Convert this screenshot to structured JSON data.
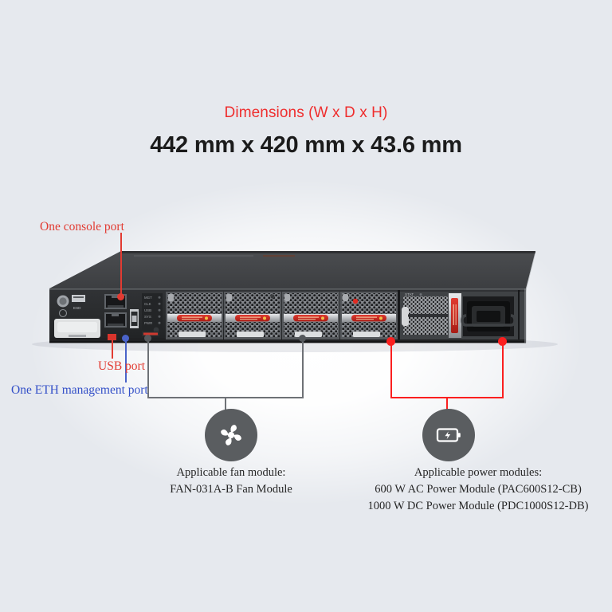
{
  "header": {
    "dimensions_title": "Dimensions (W x D x H)",
    "dimensions_value": "442 mm x 420 mm x 43.6 mm",
    "title_color": "#ef2d2d",
    "value_color": "#1b1b1b"
  },
  "callouts": [
    {
      "id": "console",
      "label": "One console port",
      "color": "#e23b32"
    },
    {
      "id": "usb",
      "label": "USB port",
      "color": "#e23b32"
    },
    {
      "id": "eth",
      "label": "One ETH management port",
      "color": "#3450c8"
    }
  ],
  "badges": {
    "fan": {
      "icon": "fan-icon",
      "color": "#5a5d60"
    },
    "power": {
      "icon": "battery-bolt-icon",
      "color": "#5a5d60"
    }
  },
  "captions": {
    "fan": {
      "heading": "Applicable fan module:",
      "lines": [
        "FAN-031A-B Fan Module"
      ]
    },
    "power": {
      "heading": "Applicable power modules:",
      "lines": [
        "600 W AC Power Module (PAC600S12-CB)",
        "1000 W DC Power Module (PDC1000S12-DB)"
      ]
    }
  },
  "device": {
    "name": "rack-mount-network-switch",
    "chassis_color": "#3a3c3f",
    "top_color": "#46484b",
    "panel_color": "#2c2e30",
    "fan_module_count": 4,
    "power_module_count": 2,
    "accent_red": "#c62828",
    "background": "#e6e9ee"
  }
}
